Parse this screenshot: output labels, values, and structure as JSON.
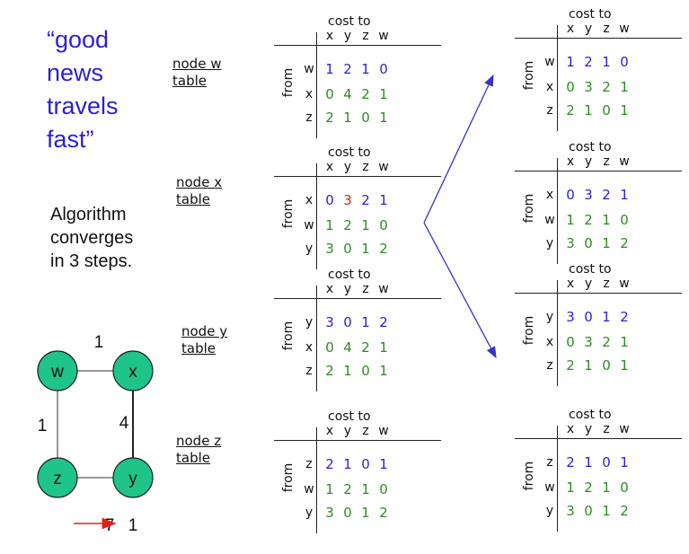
{
  "quote": {
    "line1": "“good",
    "line2": "news",
    "line3": "travels",
    "line4": "fast”"
  },
  "algorithm": {
    "line1": "Algorithm",
    "line2": "converges",
    "line3": "in 3 steps."
  },
  "node_labels": [
    {
      "l1": "node w",
      "l2": "table"
    },
    {
      "l1": "node x",
      "l2": "table"
    },
    {
      "l1": "node y",
      "l2": "table"
    },
    {
      "l1": "node z",
      "l2": "table"
    }
  ],
  "table_header": {
    "cost_to": "cost to",
    "from": "from",
    "cols": [
      "x",
      "y",
      "z",
      "w"
    ]
  },
  "colors": {
    "blue": "#2c1fd6",
    "green": "#2e8b22",
    "red": "#e0201a",
    "node": "#1fc48a",
    "edge": "#999999",
    "arrow": "#3434c8"
  },
  "tables_left": [
    {
      "rows": [
        {
          "label": "w",
          "cells": [
            {
              "v": "1",
              "c": "blue"
            },
            {
              "v": "2",
              "c": "blue"
            },
            {
              "v": "1",
              "c": "blue"
            },
            {
              "v": "0",
              "c": "blue"
            }
          ]
        },
        {
          "label": "x",
          "cells": [
            {
              "v": "0",
              "c": "green"
            },
            {
              "v": "4",
              "c": "green"
            },
            {
              "v": "2",
              "c": "green"
            },
            {
              "v": "1",
              "c": "green"
            }
          ]
        },
        {
          "label": "z",
          "cells": [
            {
              "v": "2",
              "c": "green"
            },
            {
              "v": "1",
              "c": "green"
            },
            {
              "v": "0",
              "c": "green"
            },
            {
              "v": "1",
              "c": "green"
            }
          ]
        }
      ]
    },
    {
      "rows": [
        {
          "label": "x",
          "cells": [
            {
              "v": "0",
              "c": "blue"
            },
            {
              "v": "3",
              "c": "red"
            },
            {
              "v": "2",
              "c": "blue"
            },
            {
              "v": "1",
              "c": "blue"
            }
          ]
        },
        {
          "label": "w",
          "cells": [
            {
              "v": "1",
              "c": "green"
            },
            {
              "v": "2",
              "c": "green"
            },
            {
              "v": "1",
              "c": "green"
            },
            {
              "v": "0",
              "c": "green"
            }
          ]
        },
        {
          "label": "y",
          "cells": [
            {
              "v": "3",
              "c": "green"
            },
            {
              "v": "0",
              "c": "green"
            },
            {
              "v": "1",
              "c": "green"
            },
            {
              "v": "2",
              "c": "green"
            }
          ]
        }
      ]
    },
    {
      "rows": [
        {
          "label": "y",
          "cells": [
            {
              "v": "3",
              "c": "blue"
            },
            {
              "v": "0",
              "c": "blue"
            },
            {
              "v": "1",
              "c": "blue"
            },
            {
              "v": "2",
              "c": "blue"
            }
          ]
        },
        {
          "label": "x",
          "cells": [
            {
              "v": "0",
              "c": "green"
            },
            {
              "v": "4",
              "c": "green"
            },
            {
              "v": "2",
              "c": "green"
            },
            {
              "v": "1",
              "c": "green"
            }
          ]
        },
        {
          "label": "z",
          "cells": [
            {
              "v": "2",
              "c": "green"
            },
            {
              "v": "1",
              "c": "green"
            },
            {
              "v": "0",
              "c": "green"
            },
            {
              "v": "1",
              "c": "green"
            }
          ]
        }
      ]
    },
    {
      "rows": [
        {
          "label": "z",
          "cells": [
            {
              "v": "2",
              "c": "blue"
            },
            {
              "v": "1",
              "c": "blue"
            },
            {
              "v": "0",
              "c": "blue"
            },
            {
              "v": "1",
              "c": "blue"
            }
          ]
        },
        {
          "label": "w",
          "cells": [
            {
              "v": "1",
              "c": "green"
            },
            {
              "v": "2",
              "c": "green"
            },
            {
              "v": "1",
              "c": "green"
            },
            {
              "v": "0",
              "c": "green"
            }
          ]
        },
        {
          "label": "y",
          "cells": [
            {
              "v": "3",
              "c": "green"
            },
            {
              "v": "0",
              "c": "green"
            },
            {
              "v": "1",
              "c": "green"
            },
            {
              "v": "2",
              "c": "green"
            }
          ]
        }
      ]
    }
  ],
  "tables_right": [
    {
      "rows": [
        {
          "label": "w",
          "cells": [
            {
              "v": "1",
              "c": "blue"
            },
            {
              "v": "2",
              "c": "blue"
            },
            {
              "v": "1",
              "c": "blue"
            },
            {
              "v": "0",
              "c": "blue"
            }
          ]
        },
        {
          "label": "x",
          "cells": [
            {
              "v": "0",
              "c": "green"
            },
            {
              "v": "3",
              "c": "green"
            },
            {
              "v": "2",
              "c": "green"
            },
            {
              "v": "1",
              "c": "green"
            }
          ]
        },
        {
          "label": "z",
          "cells": [
            {
              "v": "2",
              "c": "green"
            },
            {
              "v": "1",
              "c": "green"
            },
            {
              "v": "0",
              "c": "green"
            },
            {
              "v": "1",
              "c": "green"
            }
          ]
        }
      ]
    },
    {
      "rows": [
        {
          "label": "x",
          "cells": [
            {
              "v": "0",
              "c": "blue"
            },
            {
              "v": "3",
              "c": "blue"
            },
            {
              "v": "2",
              "c": "blue"
            },
            {
              "v": "1",
              "c": "blue"
            }
          ]
        },
        {
          "label": "w",
          "cells": [
            {
              "v": "1",
              "c": "green"
            },
            {
              "v": "2",
              "c": "green"
            },
            {
              "v": "1",
              "c": "green"
            },
            {
              "v": "0",
              "c": "green"
            }
          ]
        },
        {
          "label": "y",
          "cells": [
            {
              "v": "3",
              "c": "green"
            },
            {
              "v": "0",
              "c": "green"
            },
            {
              "v": "1",
              "c": "green"
            },
            {
              "v": "2",
              "c": "green"
            }
          ]
        }
      ]
    },
    {
      "rows": [
        {
          "label": "y",
          "cells": [
            {
              "v": "3",
              "c": "blue"
            },
            {
              "v": "0",
              "c": "blue"
            },
            {
              "v": "1",
              "c": "blue"
            },
            {
              "v": "2",
              "c": "blue"
            }
          ]
        },
        {
          "label": "x",
          "cells": [
            {
              "v": "0",
              "c": "green"
            },
            {
              "v": "3",
              "c": "green"
            },
            {
              "v": "2",
              "c": "green"
            },
            {
              "v": "1",
              "c": "green"
            }
          ]
        },
        {
          "label": "z",
          "cells": [
            {
              "v": "2",
              "c": "green"
            },
            {
              "v": "1",
              "c": "green"
            },
            {
              "v": "0",
              "c": "green"
            },
            {
              "v": "1",
              "c": "green"
            }
          ]
        }
      ]
    },
    {
      "rows": [
        {
          "label": "z",
          "cells": [
            {
              "v": "2",
              "c": "blue"
            },
            {
              "v": "1",
              "c": "blue"
            },
            {
              "v": "0",
              "c": "blue"
            },
            {
              "v": "1",
              "c": "blue"
            }
          ]
        },
        {
          "label": "w",
          "cells": [
            {
              "v": "1",
              "c": "green"
            },
            {
              "v": "2",
              "c": "green"
            },
            {
              "v": "1",
              "c": "green"
            },
            {
              "v": "0",
              "c": "green"
            }
          ]
        },
        {
          "label": "y",
          "cells": [
            {
              "v": "3",
              "c": "green"
            },
            {
              "v": "0",
              "c": "green"
            },
            {
              "v": "1",
              "c": "green"
            },
            {
              "v": "2",
              "c": "green"
            }
          ]
        }
      ]
    }
  ],
  "graph": {
    "nodes": {
      "w": "w",
      "x": "x",
      "z": "z",
      "y": "y"
    },
    "edges": {
      "wx": "1",
      "wz": "1",
      "xy": "4",
      "zy_old": "7",
      "zy_new": "1"
    }
  }
}
